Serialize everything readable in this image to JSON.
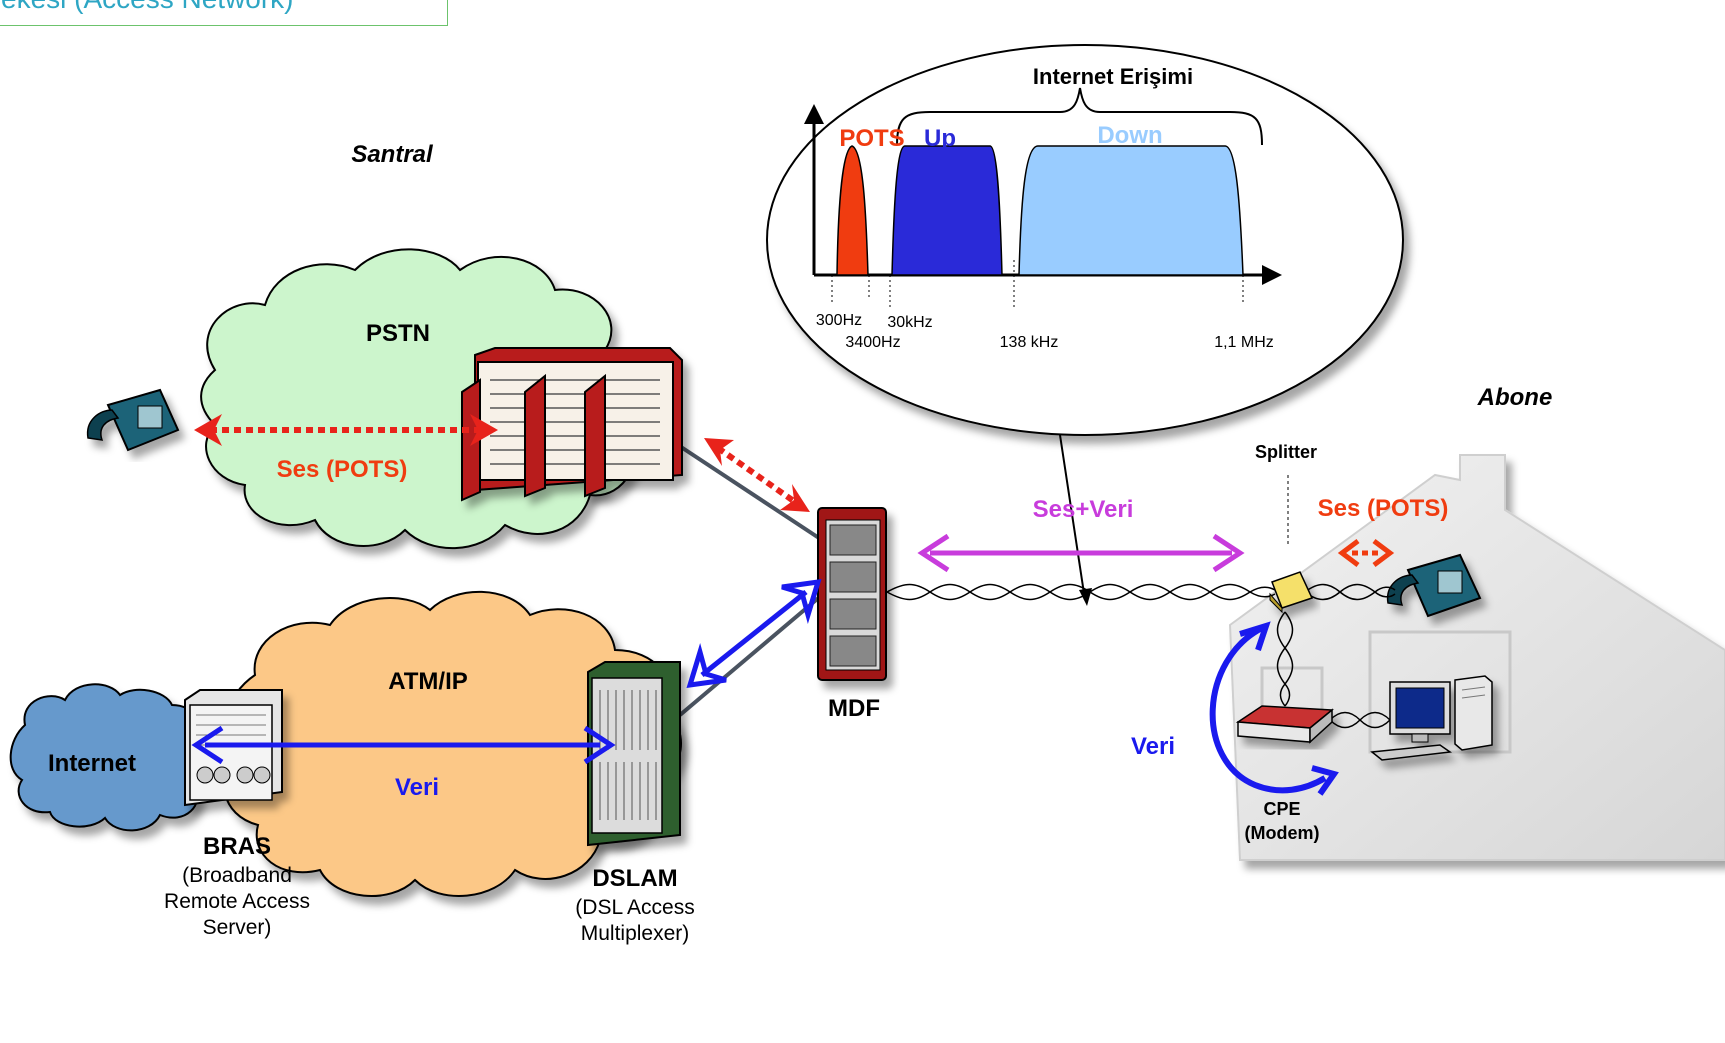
{
  "title": "ekesi (Access Network)",
  "labels": {
    "santral": "Santral",
    "abone": "Abone",
    "pstn": "PSTN",
    "atm_ip": "ATM/IP",
    "internet": "Internet",
    "ses_pots_left": "Ses (POTS)",
    "ses_pots_right": "Ses (POTS)",
    "ses_veri": "Ses+Veri",
    "veri_left": "Veri",
    "veri_right": "Veri",
    "splitter": "Splitter",
    "mdf": "MDF",
    "bras": "BRAS",
    "bras_desc": [
      "(Broadband",
      "Remote Access",
      "Server)"
    ],
    "dslam": "DSLAM",
    "dslam_desc": [
      "(DSL Access",
      "Multiplexer)"
    ],
    "cpe": [
      "CPE",
      "(Modem)"
    ]
  },
  "spectrum": {
    "title": "Internet Erişimi",
    "bands": [
      "POTS",
      "Up",
      "Down"
    ],
    "freqs": [
      "300Hz",
      "3400Hz",
      "30kHz",
      "138 kHz",
      "1,1 MHz"
    ]
  },
  "colors": {
    "pots": "#f03c10",
    "up": "#2a2ad8",
    "down": "#99ccff",
    "veri": "#1a1aee",
    "ses_veri": "#c83cdc",
    "pstn_cloud": "#ccf5cc",
    "atm_cloud": "#fcc887",
    "internet_cloud": "#6699cc"
  }
}
